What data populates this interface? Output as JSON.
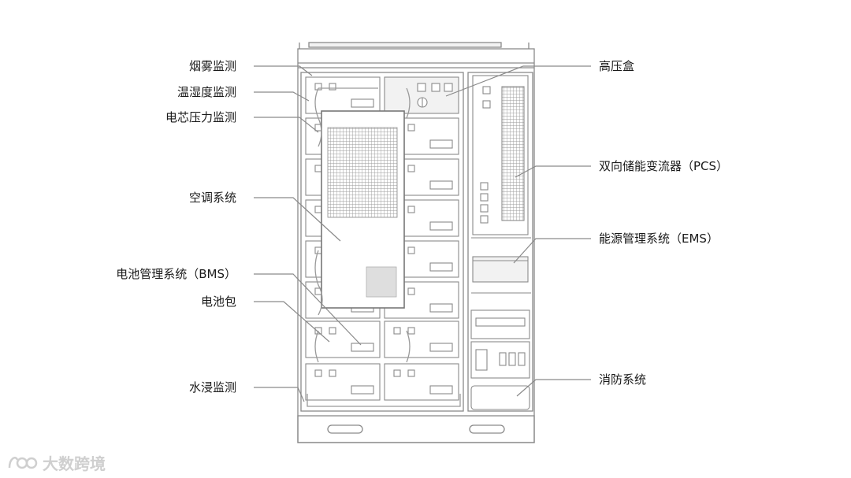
{
  "left_labels": [
    {
      "id": "smoke",
      "text": "烟雾监测"
    },
    {
      "id": "temp-humidity",
      "text": "温湿度监测"
    },
    {
      "id": "cell-pressure",
      "text": "电芯压力监测"
    },
    {
      "id": "air-conditioning",
      "text": "空调系统"
    },
    {
      "id": "bms",
      "text": "电池管理系统（BMS）"
    },
    {
      "id": "battery-pack",
      "text": "电池包"
    },
    {
      "id": "water-immersion",
      "text": "水浸监测"
    }
  ],
  "right_labels": [
    {
      "id": "hv-box",
      "text": "高压盒"
    },
    {
      "id": "pcs",
      "text": "双向储能变流器（PCS）"
    },
    {
      "id": "ems",
      "text": "能源管理系统（EMS）"
    },
    {
      "id": "fire-protection",
      "text": "消防系统"
    }
  ],
  "watermark": {
    "text": "大数跨境",
    "color": "#cfcfcf"
  },
  "colors": {
    "line": "#8a8a8a",
    "fill": "#f2f2f2",
    "dark": "#9a9a9a"
  }
}
